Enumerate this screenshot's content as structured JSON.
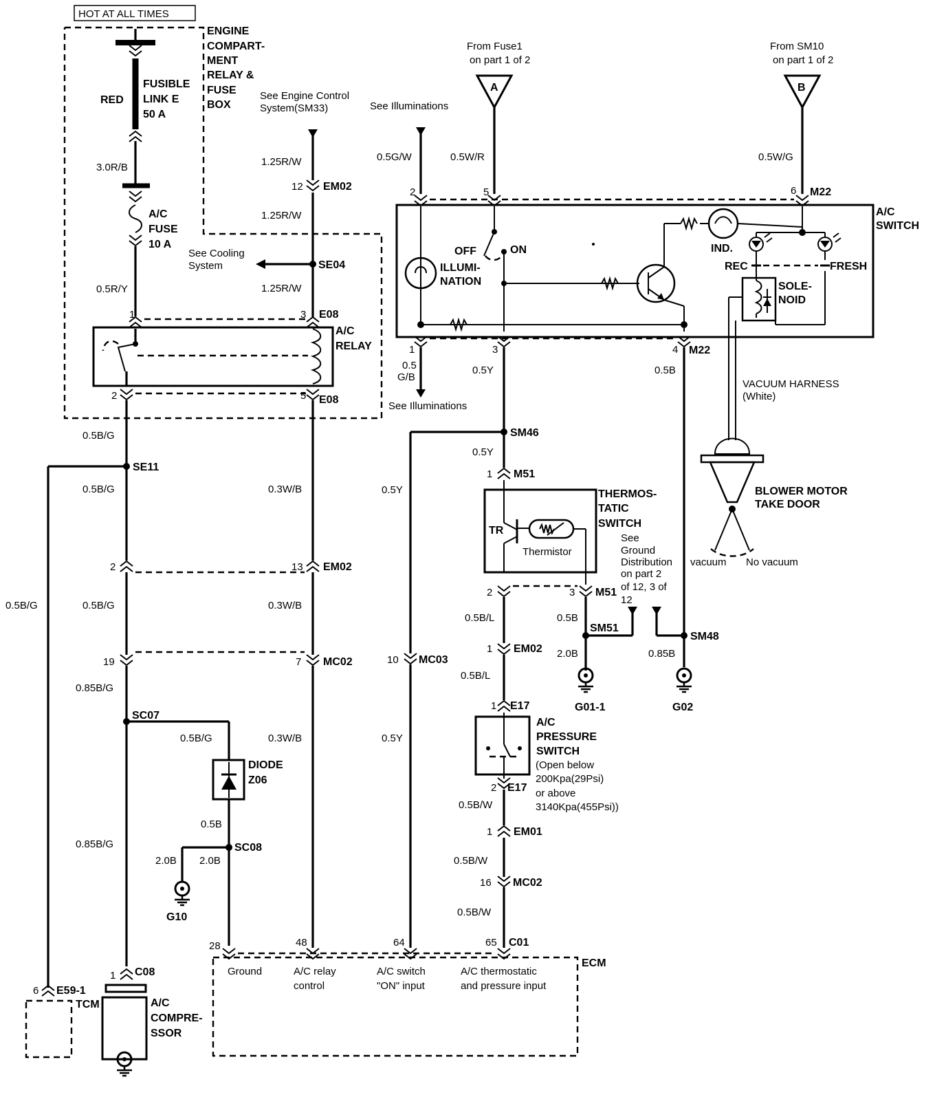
{
  "header": {
    "hot": "HOT AT ALL TIMES"
  },
  "components": {
    "engine_box": [
      "ENGINE",
      "COMPART-",
      "MENT",
      "RELAY &",
      "FUSE",
      "BOX"
    ],
    "fusible_link": [
      "FUSIBLE",
      "LINK E",
      "50 A"
    ],
    "ac_fuse": [
      "A/C",
      "FUSE",
      "10 A"
    ],
    "ac_relay": [
      "A/C",
      "RELAY"
    ],
    "ac_switch": [
      "A/C",
      "SWITCH"
    ],
    "illumination": [
      "ILLUMI-",
      "NATION"
    ],
    "switch_off": "OFF",
    "switch_on": "ON",
    "ind": "IND.",
    "rec": "REC",
    "fresh": "FRESH",
    "solenoid": [
      "SOLE-",
      "NOID"
    ],
    "vacuum_harness": [
      "VACUUM HARNESS",
      "(White)"
    ],
    "blower_door": [
      "BLOWER MOTOR",
      "TAKE DOOR"
    ],
    "vacuum": "vacuum",
    "no_vacuum": "No vacuum",
    "thermo_switch": [
      "THERMOS-",
      "TATIC",
      "SWITCH"
    ],
    "tr": "TR",
    "thermistor": "Thermistor",
    "ground_note": [
      "See",
      "Ground",
      "Distribution",
      "on part 2",
      "of 12, 3 of",
      "12"
    ],
    "pressure_switch": [
      "A/C",
      "PRESSURE",
      "SWITCH"
    ],
    "pressure_note": [
      "(Open below",
      "200Kpa(29Psi)",
      "or above",
      "3140Kpa(455Psi))"
    ],
    "diode": [
      "DIODE",
      "Z06"
    ],
    "compressor": [
      "A/C",
      "COMPRE-",
      "SSOR"
    ],
    "tcm": "TCM",
    "ecm": "ECM",
    "ecm_pins": {
      "ground": "Ground",
      "relay_control": [
        "A/C relay",
        "control"
      ],
      "switch_on": [
        "A/C switch",
        "\"ON\" input"
      ],
      "thermo_pressure": [
        "A/C thermostatic",
        "and pressure input"
      ]
    }
  },
  "references": {
    "fuse1": [
      "From Fuse1",
      "on part 1 of 2"
    ],
    "sm10": [
      "From SM10",
      "on part 1 of 2"
    ],
    "engine_control": [
      "See Engine Control",
      "System(SM33)"
    ],
    "illum_top": "See Illuminations",
    "illum_bottom": "See Illuminations",
    "cooling": [
      "See Cooling",
      "System"
    ],
    "tri_a": "A",
    "tri_b": "B"
  },
  "wire_labels": {
    "red": "RED",
    "w30rb": "3.0R/B",
    "w05ry": "0.5R/Y",
    "w125rw_a": "1.25R/W",
    "w125rw_b": "1.25R/W",
    "w125rw_c": "1.25R/W",
    "w05gw": "0.5G/W",
    "w05wr": "0.5W/R",
    "w05wg": "0.5W/G",
    "w05gb_1": "0.5",
    "w05gb_2": "G/B",
    "w05y_a": "0.5Y",
    "w05y_b": "0.5Y",
    "w05y_c": "0.5Y",
    "w05y_d": "0.5Y",
    "w05b_a": "0.5B",
    "w05bg_a": "0.5B/G",
    "w05bg_b": "0.5B/G",
    "w05bg_c": "0.5B/G",
    "w05bg_left": "0.5B/G",
    "w085bg_a": "0.85B/G",
    "w03wb_a": "0.3W/B",
    "w03wb_b": "0.3W/B",
    "w03wb_c": "0.3W/B",
    "w05bl_a": "0.5B/L",
    "w05bl_b": "0.5B/L",
    "w05b_m51": "0.5B",
    "w20b_g01": "2.0B",
    "w085b_g02": "0.85B",
    "w05bg_diode": "0.5B/G",
    "w05b_diode": "0.5B",
    "w20b_g10a": "2.0B",
    "w20b_g10b": "2.0B",
    "w085bg_b": "0.85B/G",
    "w05bw_a": "0.5B/W",
    "w05bw_b": "0.5B/W",
    "w05bw_c": "0.5B/W"
  },
  "connectors": {
    "em02": "EM02",
    "se04": "SE04",
    "e08": "E08",
    "m22": "M22",
    "sm46": "SM46",
    "m51": "M51",
    "se11": "SE11",
    "mc02": "MC02",
    "mc03": "MC03",
    "sm51": "SM51",
    "sm48": "SM48",
    "g01": "G01-1",
    "g02": "G02",
    "e17": "E17",
    "sc07": "SC07",
    "sc08": "SC08",
    "em01": "EM01",
    "g10": "G10",
    "c01": "C01",
    "c08": "C08",
    "e59": "E59-1"
  },
  "pins": {
    "em02_12": "12",
    "e08_3": "3",
    "relay_1": "1",
    "relay_2": "2",
    "e08_5": "5",
    "m22_2": "2",
    "m22_5": "5",
    "m22_6": "6",
    "m22_1": "1",
    "m22_3": "3",
    "m22_4": "4",
    "m51_1": "1",
    "m51_2": "2",
    "m51_3": "3",
    "em02_2": "2",
    "em02_13": "13",
    "mc02_19": "19",
    "mc02_7": "7",
    "mc03_10": "10",
    "em02_1": "1",
    "e17_1": "1",
    "e17_2": "2",
    "em01_1": "1",
    "mc02_16": "16",
    "c01_28": "28",
    "c01_48": "48",
    "c01_64": "64",
    "c01_65": "65",
    "c08_1": "1",
    "e59_6": "6"
  }
}
